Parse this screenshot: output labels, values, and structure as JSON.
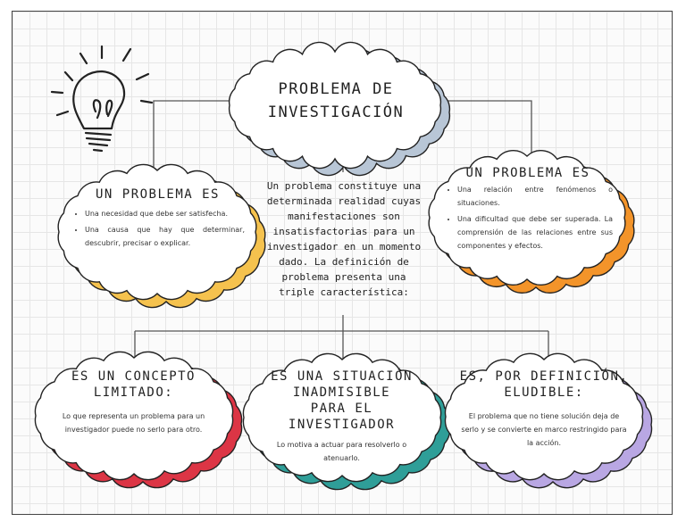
{
  "title": {
    "line1": "PROBLEMA DE",
    "line2": "INVESTIGACIÓN"
  },
  "center_text": "Un problema constituye una determinada realidad cuyas manifestaciones son insatisfactorias para un investigador en un momento dado. La definición de problema presenta una triple característica:",
  "left_box": {
    "heading": "UN PROBLEMA ES",
    "items": [
      "Una necesidad que debe ser satisfecha.",
      "Una causa que hay que determinar, descubrir, precisar o explicar."
    ]
  },
  "right_box": {
    "heading": "UN PROBLEMA ES",
    "items": [
      "Una relación entre fenómenos o situaciones.",
      "Una dificultad que debe ser superada. La comprensión de las relaciones entre sus componentes y efectos."
    ]
  },
  "bottom_boxes": [
    {
      "heading_lines": [
        "ES UN CONCEPTO",
        "LIMITADO:"
      ],
      "text": "Lo que representa un problema para un investigador puede no serlo para otro."
    },
    {
      "heading_lines": [
        "ES UNA SITUACIÓN",
        "INADMISIBLE",
        "PARA EL INVESTIGADOR"
      ],
      "text": "Lo motiva a actuar para resolverlo o atenuarlo."
    },
    {
      "heading_lines": [
        "ES, POR DEFINICIÓN,",
        "ELUDIBLE:"
      ],
      "text": "El problema que no tiene solución deja de serlo y se convierte en marco restringido para la acción."
    }
  ],
  "colors": {
    "title_shadow": "#b8c6d6",
    "left_shadow": "#f5c24e",
    "right_shadow": "#f3942a",
    "red_shadow": "#dc3545",
    "teal_shadow": "#2f9e98",
    "purple_shadow": "#b9a7e3",
    "line": "#555555"
  },
  "icons": [
    "lightbulb-icon"
  ]
}
